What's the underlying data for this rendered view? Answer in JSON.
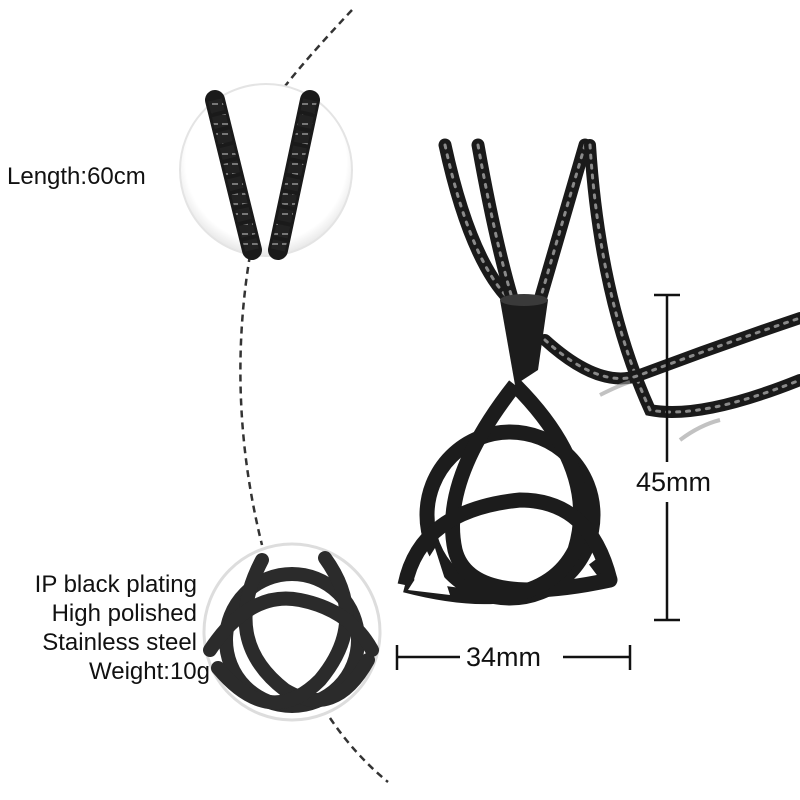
{
  "product": {
    "type": "Triquetra (Celtic trinity knot) pendant necklace",
    "finish_color": "#1a1a1a"
  },
  "callouts": {
    "chain_length": "Length:60cm",
    "specs": [
      "IP black plating",
      "High polished",
      "Stainless steel",
      "Weight:10g"
    ]
  },
  "dimensions": {
    "height": "45mm",
    "width": "34mm"
  },
  "insets": {
    "chain_detail": "chain-closeup-circle",
    "pendant_detail": "pendant-closeup-circle"
  }
}
